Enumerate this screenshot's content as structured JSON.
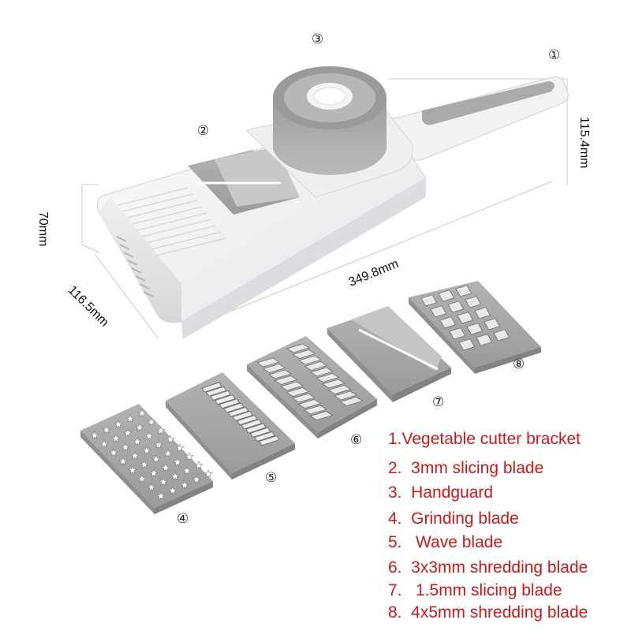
{
  "callouts": [
    "①",
    "②",
    "③",
    "④",
    "⑤",
    "⑥",
    "⑦",
    "⑧"
  ],
  "dimensions": {
    "height": "70mm",
    "width": "116.5mm",
    "length": "349.8mm",
    "handle_height": "115.4mm"
  },
  "legend": [
    "1.Vegetable cutter bracket",
    "2.  3mm slicing blade",
    "3.  Handguard",
    "4.  Grinding blade",
    "5.   Wave blade",
    "6.  3x3mm shredding blade",
    "7.   1.5mm slicing blade",
    "8.  4x5mm shredding blade"
  ],
  "colors": {
    "legend_text": "#c8191b",
    "body": "#f3f4f5",
    "gray_part": "#a4a5a7",
    "dimension_line": "#c9c9c9"
  },
  "icons": [
    "star-hole-icon",
    "wave-blade-icon",
    "slice-blade-icon",
    "shred-tooth-icon"
  ]
}
